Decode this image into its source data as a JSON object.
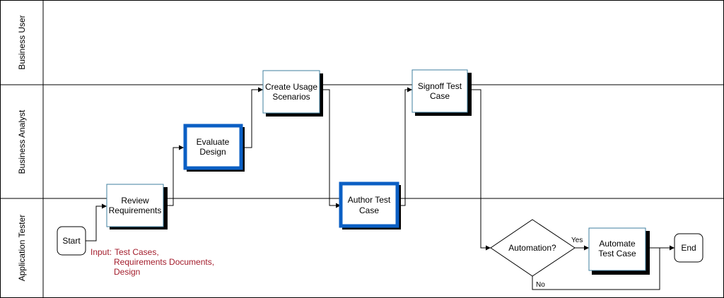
{
  "lanes": [
    {
      "id": "business-user",
      "label": "Business User"
    },
    {
      "id": "business-analyst",
      "label": "Business Analyst"
    },
    {
      "id": "application-tester",
      "label": "Application Tester"
    }
  ],
  "nodes": {
    "start": {
      "lines": [
        "Start"
      ]
    },
    "review": {
      "lines": [
        "Review",
        "Requirements"
      ]
    },
    "evaluate": {
      "lines": [
        "Evaluate",
        "Design"
      ]
    },
    "create": {
      "lines": [
        "Create Usage",
        "Scenarios"
      ]
    },
    "author": {
      "lines": [
        "Author Test",
        "Case"
      ]
    },
    "signoff": {
      "lines": [
        "Signoff Test",
        "Case"
      ]
    },
    "automation": {
      "lines": [
        "Automation?"
      ]
    },
    "automate": {
      "lines": [
        "Automate",
        "Test Case"
      ]
    },
    "end": {
      "lines": [
        "End"
      ]
    }
  },
  "input_note": {
    "label": "Input:",
    "lines": [
      "Test Cases,",
      "Requirements Documents,",
      "Design"
    ]
  },
  "edge_labels": {
    "yes": "Yes",
    "no": "No"
  },
  "colors": {
    "emphasis_border": "#0b5fc4",
    "box_border": "#3f7f9f",
    "note_text": "#a31d2c"
  }
}
